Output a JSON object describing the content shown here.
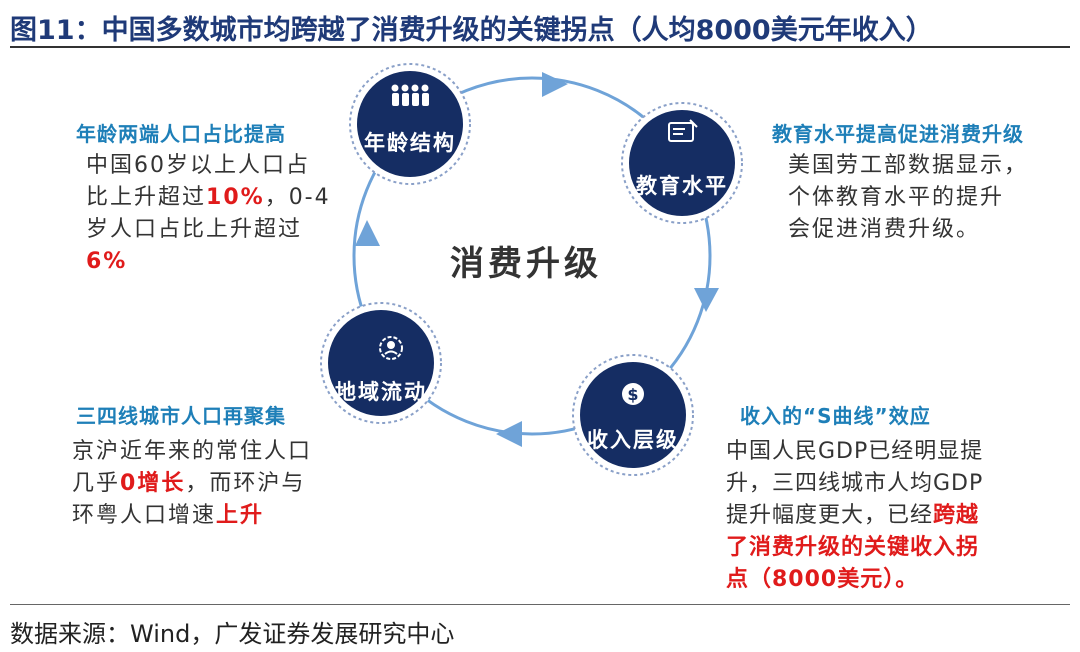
{
  "title": "图11：中国多数城市均跨越了消费升级的关键拐点（人均8000美元年收入）",
  "center": "消费升级",
  "nodes": {
    "age": "年龄结构",
    "edu": "教育水平",
    "income": "收入层级",
    "region": "地域流动"
  },
  "icons": {
    "age": "people-group-icon",
    "edu": "certificate-icon",
    "income": "dollar-coin-icon",
    "region": "gear-person-icon"
  },
  "notes": {
    "age": {
      "heading": "年龄两端人口占比提高",
      "t1": "中国60岁以上人口占",
      "t2a": "比上升超过",
      "t2b": "10%",
      "t2c": "，0-4",
      "t3": "岁人口占比上升超过",
      "t4": "6%"
    },
    "edu": {
      "heading": "教育水平提高促进消费升级",
      "t1": "美国劳工部数据显示，",
      "t2": "个体教育水平的提升",
      "t3": "会促进消费升级。"
    },
    "region": {
      "heading": "三四线城市人口再聚集",
      "t1": "京沪近年来的常住人口",
      "t2a": "几乎",
      "t2b": "0增长",
      "t2c": "，而环沪与",
      "t3a": "环粤人口增速",
      "t3b": "上升"
    },
    "income": {
      "heading": "收入的“S曲线”效应",
      "t1": "中国人民GDP已经明显提",
      "t2": "升，三四线城市人均GDP",
      "t3a": "提升幅度更大，已经",
      "t3b": "跨越",
      "t4": "了消费升级的关键收入拐",
      "t5": "点（8000美元）。"
    }
  },
  "source": "数据来源：Wind，广发证券发展研究中心",
  "colors": {
    "title": "#1f3a78",
    "heading": "#1e7fb8",
    "node_fill": "#152d63",
    "ring": "#6fa3d8",
    "highlight": "#e01b1b"
  }
}
